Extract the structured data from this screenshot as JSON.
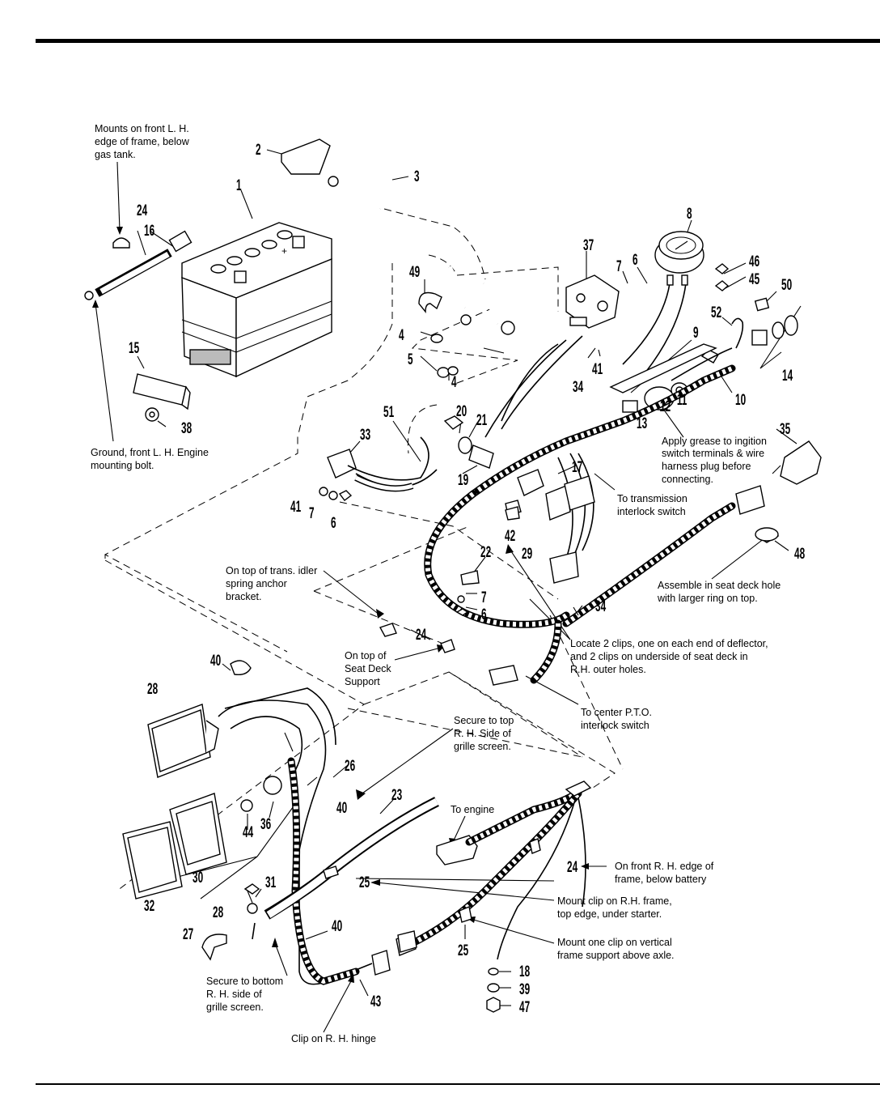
{
  "callouts": {
    "c1": "1",
    "c2": "2",
    "c3": "3",
    "c4a": "4",
    "c4b": "4",
    "c5": "5",
    "c6a": "6",
    "c6b": "6",
    "c6c": "6",
    "c7a": "7",
    "c7b": "7",
    "c7c": "7",
    "c8": "8",
    "c9": "9",
    "c10": "10",
    "c11": "11",
    "c12": "12",
    "c13": "13",
    "c14": "14",
    "c15": "15",
    "c16": "16",
    "c17": "17",
    "c18": "18",
    "c19": "19",
    "c20": "20",
    "c21": "21",
    "c22": "22",
    "c23": "23",
    "c24a": "24",
    "c24b": "24",
    "c24c": "24",
    "c25a": "25",
    "c25b": "25",
    "c26": "26",
    "c27": "27",
    "c28a": "28",
    "c28b": "28",
    "c29": "29",
    "c30": "30",
    "c31": "31",
    "c32": "32",
    "c33": "33",
    "c34a": "34",
    "c34b": "34",
    "c35": "35",
    "c36": "36",
    "c37": "37",
    "c38": "38",
    "c39": "39",
    "c40a": "40",
    "c40b": "40",
    "c40c": "40",
    "c41a": "41",
    "c41b": "41",
    "c42": "42",
    "c43": "43",
    "c44": "44",
    "c45": "45",
    "c46": "46",
    "c47": "47",
    "c48": "48",
    "c49": "49",
    "c50": "50",
    "c51": "51",
    "c52": "52"
  },
  "notes": {
    "mounts_front_lh": [
      "Mounts on front L. H.",
      "edge of frame, below",
      "gas tank."
    ],
    "ground": [
      "Ground, front L. H. Engine",
      "mounting bolt."
    ],
    "apply_grease": [
      "Apply grease to ingition",
      "switch terminals & wire",
      "harness plug before",
      "connecting."
    ],
    "transmission": [
      "To transmission",
      "interlock switch"
    ],
    "trans_idler": [
      "On top of trans. idler",
      "spring anchor",
      "bracket."
    ],
    "seat_deck_hole": [
      "Assemble in seat deck hole",
      "with larger ring on top."
    ],
    "locate_clips": [
      "Locate 2 clips, one on each end of deflector,",
      "and 2 clips on underside of seat deck in",
      "R.H. outer holes."
    ],
    "seat_deck_support": [
      "On top of",
      "Seat Deck",
      "Support"
    ],
    "center_pto": [
      "To center P.T.O.",
      "interlock switch"
    ],
    "secure_top": [
      "Secure to top",
      "R. H. Side of",
      "grille screen."
    ],
    "to_engine": [
      "To engine"
    ],
    "front_rh": [
      "On front R. H. edge of",
      "frame, below battery"
    ],
    "mount_clip_rh": [
      "Mount clip on R.H. frame,",
      "top edge, under starter."
    ],
    "mount_one_clip": [
      "Mount one clip on vertical",
      "frame support above axle."
    ],
    "secure_bottom": [
      "Secure to bottom",
      "R. H. side of",
      "grille screen."
    ],
    "clip_hinge": [
      "Clip on R. H. hinge"
    ]
  }
}
